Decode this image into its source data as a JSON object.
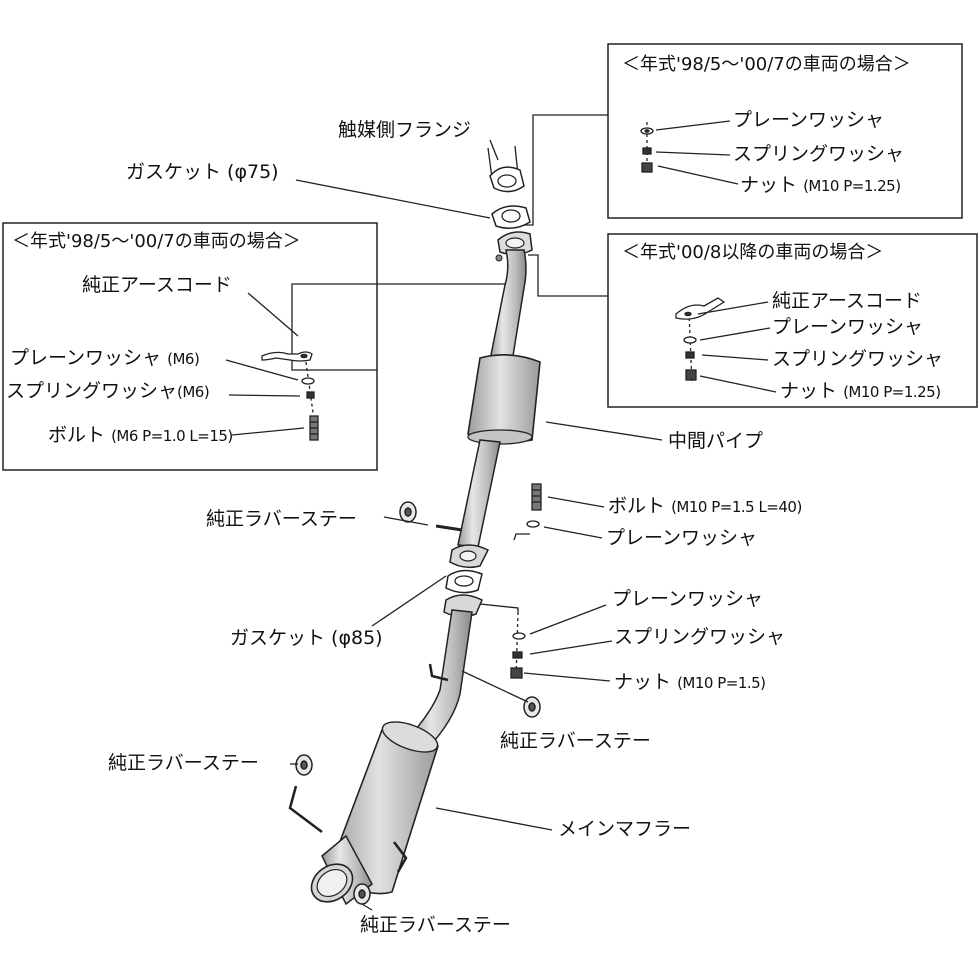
{
  "boxes": {
    "top_right_title": "＜年式'98/5～'00/7の車両の場合＞",
    "mid_right_title": "＜年式'00/8以降の車両の場合＞",
    "left_title": "＜年式'98/5～'00/7の車両の場合＞"
  },
  "labels": {
    "cat_flange": "触媒側フランジ",
    "gasket75": "ガスケット (φ75)",
    "tr_plain_washer": "プレーンワッシャ",
    "tr_spring_washer": "スプリングワッシャ",
    "tr_nut": "ナット",
    "tr_nut_spec": "(M10 P=1.25)",
    "mr_earth_cord": "純正アースコード",
    "mr_plain_washer": "プレーンワッシャ",
    "mr_spring_washer": "スプリングワッシャ",
    "mr_nut": "ナット",
    "mr_nut_spec": "(M10 P=1.25)",
    "l_earth_cord": "純正アースコード",
    "l_plain_washer": "プレーンワッシャ",
    "l_plain_washer_spec": "(M6)",
    "l_spring_washer": "スプリングワッシャ",
    "l_spring_washer_spec": "(M6)",
    "l_bolt": "ボルト",
    "l_bolt_spec": "(M6 P=1.0 L=15)",
    "mid_pipe": "中間パイプ",
    "rubber_stay_1": "純正ラバーステー",
    "bolt_m10": "ボルト",
    "bolt_m10_spec": "(M10 P=1.5 L=40)",
    "plain_washer_1": "プレーンワッシャ",
    "gasket85": "ガスケット (φ85)",
    "plain_washer_2": "プレーンワッシャ",
    "spring_washer_2": "スプリングワッシャ",
    "nut_m10": "ナット",
    "nut_m10_spec": "(M10 P=1.5)",
    "rubber_stay_2": "純正ラバーステー",
    "rubber_stay_3": "純正ラバーステー",
    "main_muffler": "メインマフラー",
    "rubber_stay_4": "純正ラバーステー"
  }
}
